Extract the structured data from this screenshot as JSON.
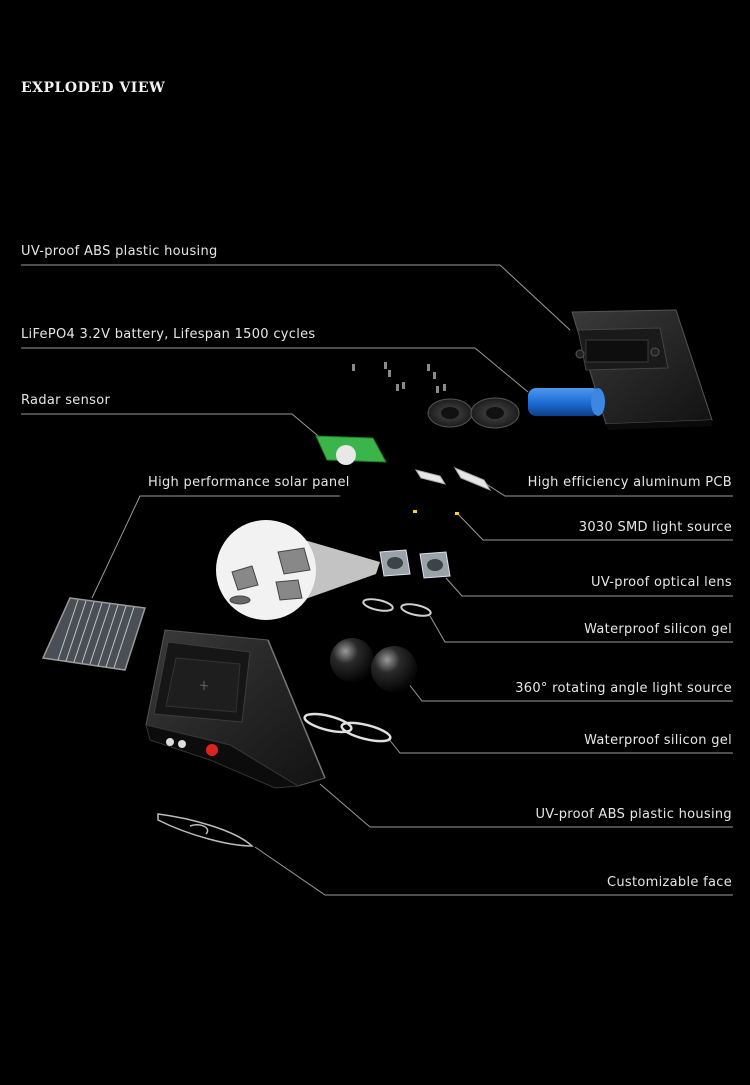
{
  "title": "EXPLODED VIEW",
  "labels": {
    "housing_top": "UV-proof ABS plastic housing",
    "battery": "LiFePO4 3.2V battery, Lifespan 1500 cycles",
    "radar": "Radar sensor",
    "solar": "High performance solar panel",
    "pcb": "High efficiency aluminum PCB",
    "smd": "3030 SMD light source",
    "lens": "UV-proof optical lens",
    "gel1": "Waterproof silicon gel",
    "rotating": "360° rotating angle light source",
    "gel2": "Waterproof silicon gel",
    "housing_bottom": "UV-proof ABS plastic housing",
    "face": "Customizable face"
  },
  "colors": {
    "background": "#000000",
    "text": "#e6e6e6",
    "line": "#9a9a9a",
    "battery": "#1f6fd6",
    "radar_pcb": "#3bb54a",
    "led_dot": "#ffd21a"
  }
}
